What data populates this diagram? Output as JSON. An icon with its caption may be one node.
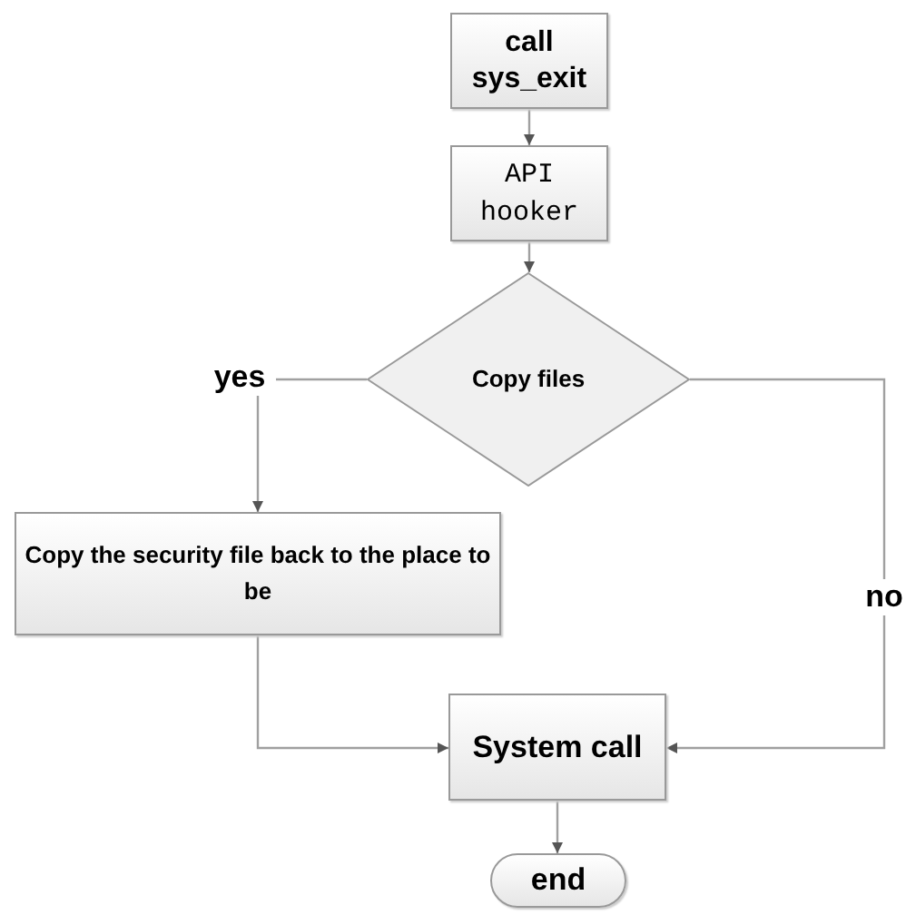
{
  "diagram": {
    "nodes": [
      {
        "text": [
          "call sys_exit"
        ]
      },
      {
        "text": [
          "API hooker"
        ]
      },
      {
        "text": [
          "Copy files"
        ]
      },
      {
        "text": [
          "Copy the security file back to the place to be"
        ]
      },
      {
        "text": [
          "System call"
        ]
      },
      {
        "text": [
          "end"
        ]
      }
    ],
    "edges": [
      {
        "from": 0,
        "to": 1,
        "arrow": "to"
      },
      {
        "from": 1,
        "to": 2,
        "arrow": "to"
      },
      {
        "from": 2,
        "to": 3,
        "arrow": "to",
        "label": "yes"
      },
      {
        "from": 2,
        "to": 4,
        "arrow": "to",
        "label": "no"
      },
      {
        "from": 3,
        "to": 4,
        "arrow": "to"
      },
      {
        "from": 4,
        "to": 5,
        "arrow": "to"
      }
    ]
  }
}
